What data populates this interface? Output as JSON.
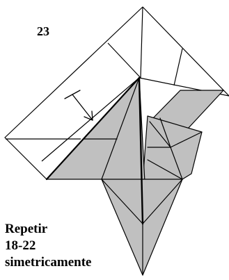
{
  "diagram": {
    "step_number": "23",
    "instruction_lines": [
      "Repetir",
      "18-22",
      "simetricamente"
    ],
    "colors": {
      "paper_white": "#ffffff",
      "paper_gray": "#c0c0c0",
      "line": "#000000"
    }
  }
}
